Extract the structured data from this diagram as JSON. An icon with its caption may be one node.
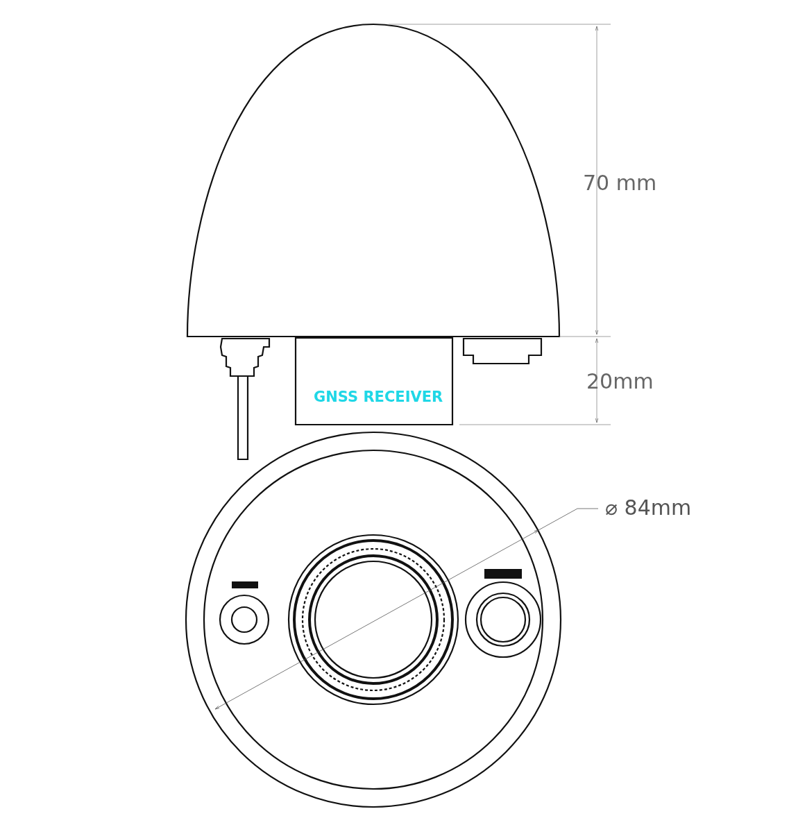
{
  "diagram": {
    "labels": [
      "GNSS RECEIVER",
      "70 mm",
      "20mm",
      "⌀ 84mm"
    ]
  }
}
